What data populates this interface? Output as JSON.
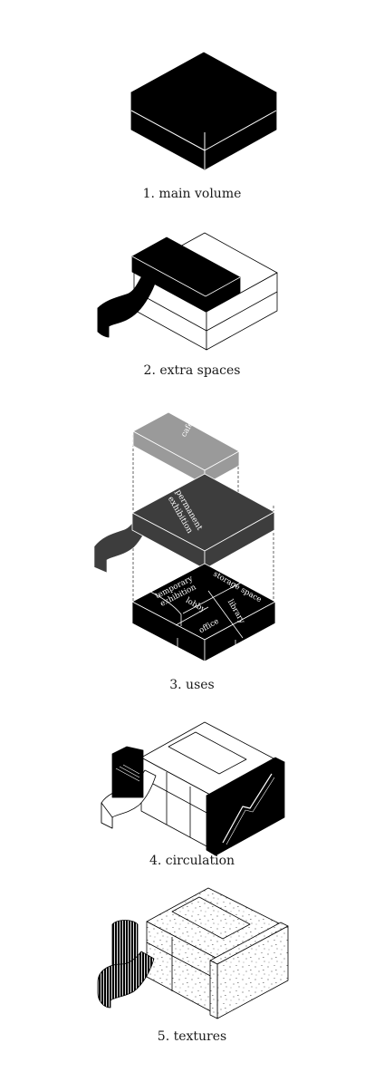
{
  "steps": [
    {
      "label": "1. main volume"
    },
    {
      "label": "2. extra spaces"
    },
    {
      "label": "3. uses"
    },
    {
      "label": "4. circulation"
    },
    {
      "label": "5. textures"
    }
  ],
  "uses": {
    "cafe": "cafe",
    "permanent_1": "permanent",
    "permanent_2": "exhibition",
    "temporary_1": "temporary",
    "temporary_2": "exhibition",
    "storage": "storage space",
    "lobby": "lobby",
    "office": "office",
    "library": "library"
  },
  "colors": {
    "black": "#000000",
    "dark_grey": "#3d3d3d",
    "mid_grey": "#555555",
    "light_grey": "#9a9a9a",
    "white": "#ffffff"
  }
}
